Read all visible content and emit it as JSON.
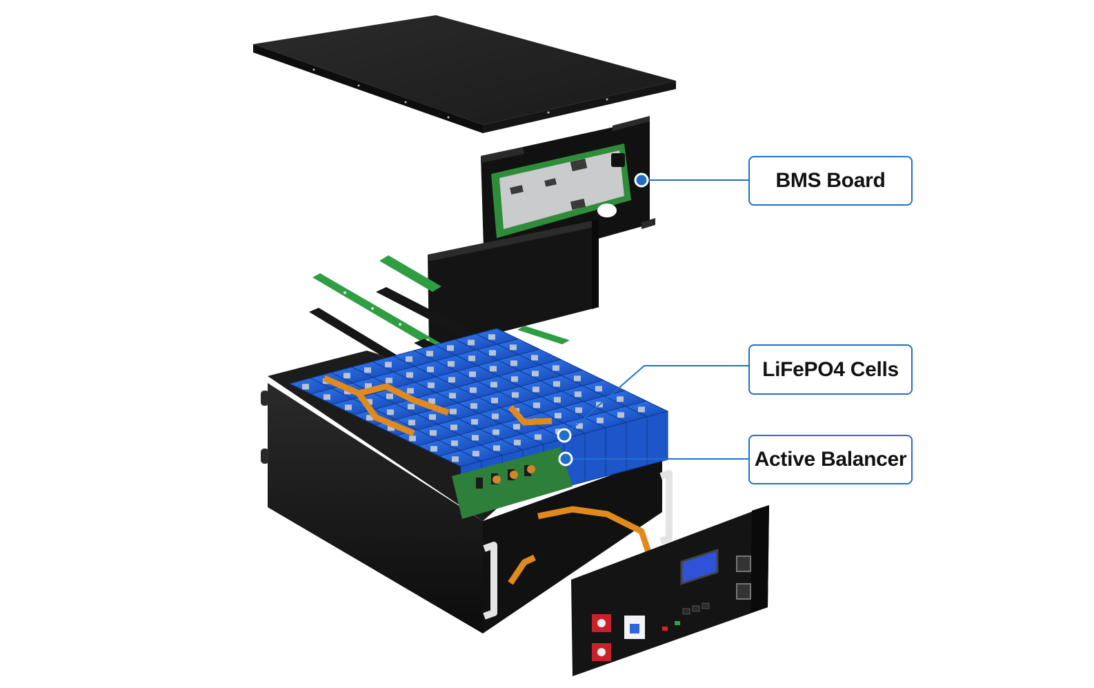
{
  "callouts": {
    "bms_board": "BMS Board",
    "lifepo4_cells": "LiFePO4 Cells",
    "active_balancer": "Active Balancer"
  },
  "colors": {
    "callout_border": "#1f6fc9",
    "callout_dot": "#1f6fc9",
    "enclosure": "#1a1a1a",
    "cells": "#1e5fd6",
    "busbar": "#e08a1e",
    "pcb": "#2e8b3a",
    "bms_heatsink": "#c8cacb",
    "lcd": "#2f52d8",
    "terminal_red": "#c8212a"
  },
  "icons": {
    "display": "lcd-screen-icon",
    "breaker": "circuit-breaker-icon",
    "terminals": "power-terminal-icon",
    "ports": "communication-port-icon"
  }
}
